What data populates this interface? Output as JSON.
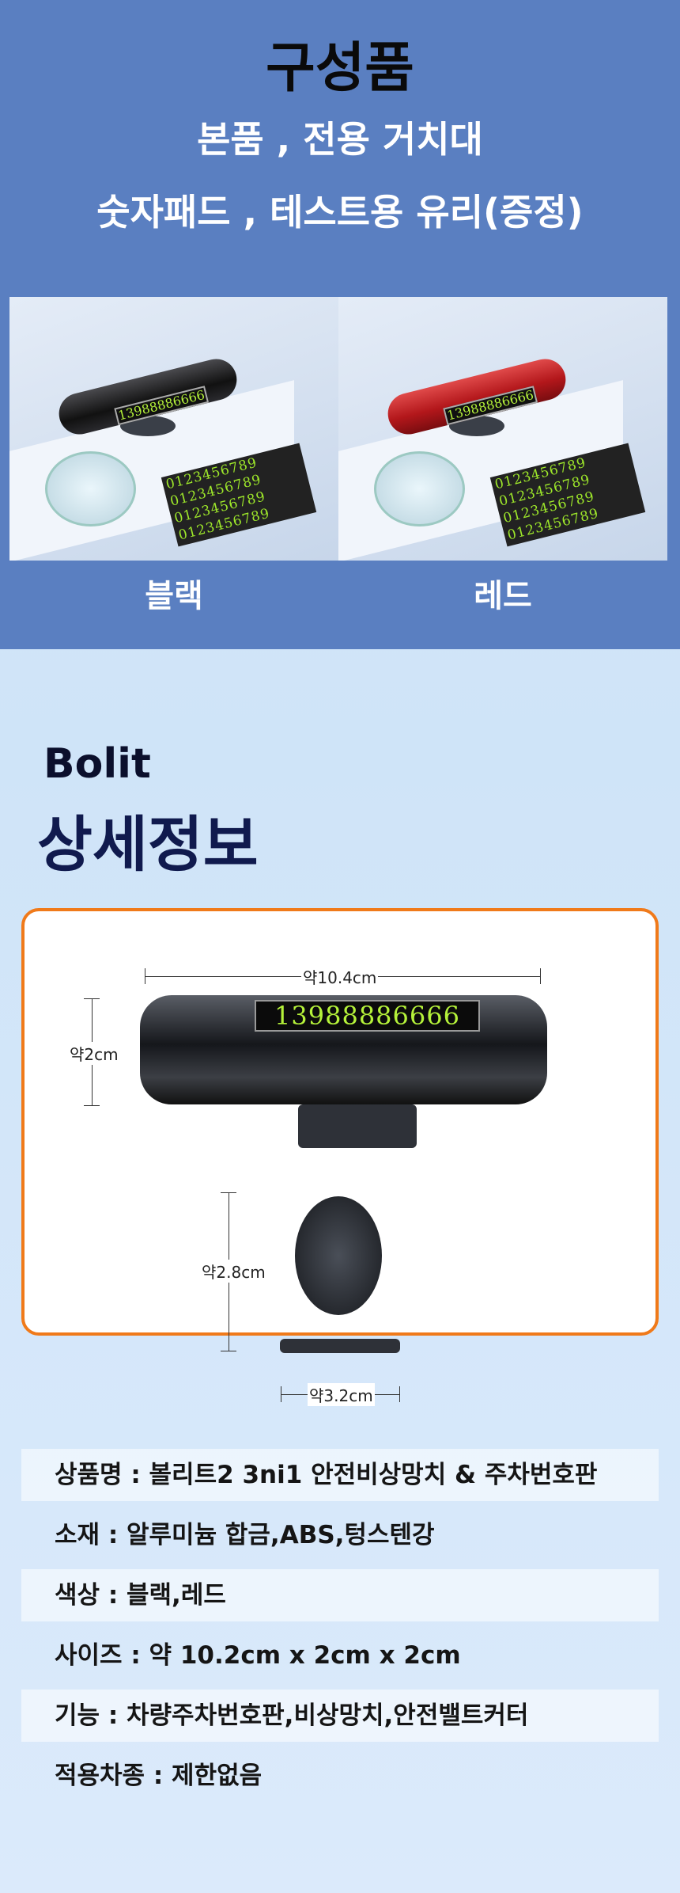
{
  "components": {
    "title": "구성품",
    "line1": "본품 , 전용 거치대",
    "line2": "숫자패드 , 테스트용 유리(증정)"
  },
  "variants": [
    {
      "label": "블랙",
      "color": "#1c1c1e",
      "plate": "13988886666"
    },
    {
      "label": "레드",
      "color": "#b3171b",
      "plate": "13988886666"
    }
  ],
  "number_pad_rows": [
    "0123456789",
    "0123456789",
    "0123456789",
    "0123456789"
  ],
  "detail": {
    "brand": "Bolit",
    "title": "상세정보"
  },
  "dimensions": {
    "length": "약10.4cm",
    "height": "약2cm",
    "stand_height": "약2.8cm",
    "stand_width": "약3.2cm",
    "plate": "13988886666"
  },
  "specs": [
    "상품명 :  볼리트2 3ni1 안전비상망치 & 주차번호판",
    "소재 : 알루미늄 합금,ABS,텅스텐강",
    "색상 : 블랙,레드",
    "사이즈 : 약 10.2cm x 2cm x 2cm",
    "기능 : 차량주차번호판,비상망치,안전밸트커터",
    "적용차종 : 제한없음"
  ]
}
